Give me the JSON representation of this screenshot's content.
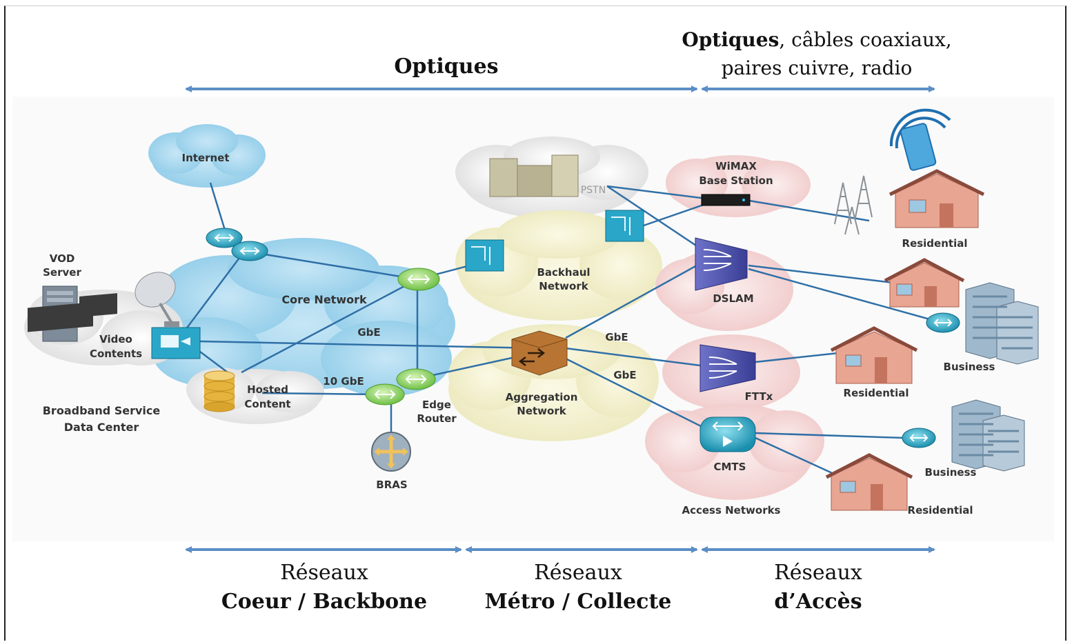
{
  "top": {
    "left_band_bold": "Optiques",
    "right_band_bold": "Optiques",
    "right_band_rest1": ", câbles coaxiaux,",
    "right_band_line2": "paires cuivre, radio"
  },
  "bottom": {
    "core_line1": "Réseaux",
    "core_line2": "Coeur / Backbone",
    "metro_line1": "Réseaux",
    "metro_line2": "Métro / Collecte",
    "access_line1": "Réseaux",
    "access_line2": "d’Accès"
  },
  "clouds": {
    "internet": "Internet",
    "core_network": "Core Network",
    "backhaul_line1": "Backhaul",
    "backhaul_line2": "Network",
    "aggregation_line1": "Aggregation",
    "aggregation_line2": "Network",
    "access_networks": "Access Networks",
    "pstn": "PSTN"
  },
  "nodes": {
    "vod_line1": "VOD",
    "vod_line2": "Server",
    "video_line1": "Video",
    "video_line2": "Contents",
    "hosted_line1": "Hosted",
    "hosted_line2": "Content",
    "bsdc_line1": "Broadband Service",
    "bsdc_line2": "Data Center",
    "edge_line1": "Edge",
    "edge_line2": "Router",
    "bras": "BRAS",
    "wimax_line1": "WiMAX",
    "wimax_line2": "Base Station",
    "dslam": "DSLAM",
    "fttx": "FTTx",
    "cmts": "CMTS",
    "residential_1": "Residential",
    "residential_2": "Residential",
    "residential_3": "Residential",
    "business_1": "Business",
    "business_2": "Business"
  },
  "links": {
    "gbe_core": "GbE",
    "ten_gbe": "10 GbE",
    "gbe_dslam": "GbE",
    "gbe_fttx": "GbE"
  },
  "colors": {
    "arrow": "#5a8ec6",
    "core_cloud": "#a9d7ee",
    "metro_cloud": "#f2f0cf",
    "access_cloud": "#f6dada",
    "grey_cloud": "#eeeeee",
    "router": "#8fd16a",
    "dslam": "#4b4fa8",
    "house_wall": "#e7a592",
    "link": "#2f6fa6"
  }
}
